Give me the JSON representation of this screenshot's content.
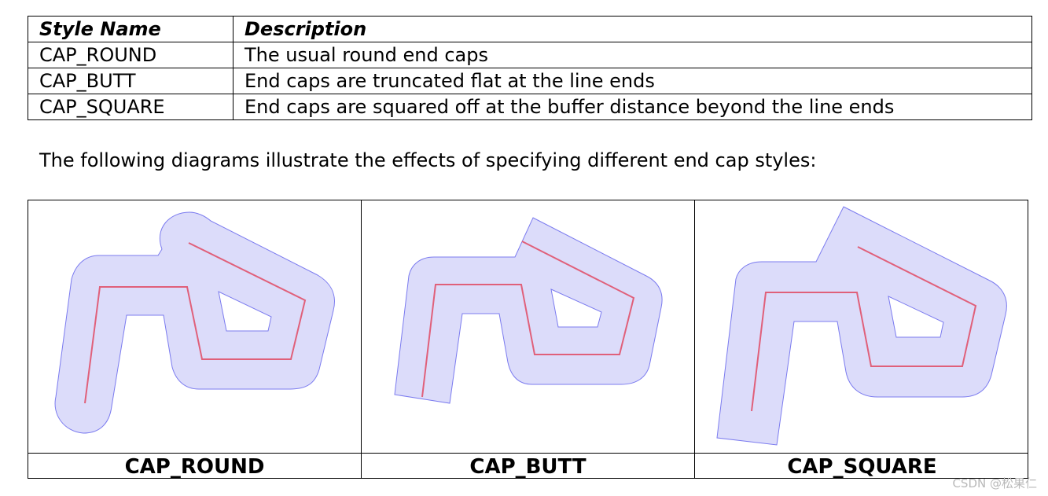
{
  "table": {
    "header": {
      "name": "Style Name",
      "description": "Description"
    },
    "rows": [
      {
        "name": "CAP_ROUND",
        "description": "The usual round end caps"
      },
      {
        "name": "CAP_BUTT",
        "description": "End caps are truncated flat at the line ends"
      },
      {
        "name": "CAP_SQUARE",
        "description": "End caps are squared off at the buffer distance beyond the line ends"
      }
    ]
  },
  "intro": "The following diagrams illustrate the effects of specifying different end cap styles:",
  "diagrams": [
    {
      "label": "CAP_ROUND"
    },
    {
      "label": "CAP_BUTT"
    },
    {
      "label": "CAP_SQUARE"
    }
  ],
  "watermark": "CSDN @松果仁",
  "colors": {
    "buffer_fill": "#dcdcfa",
    "buffer_stroke": "#7b7bef",
    "line": "#e0607a"
  }
}
